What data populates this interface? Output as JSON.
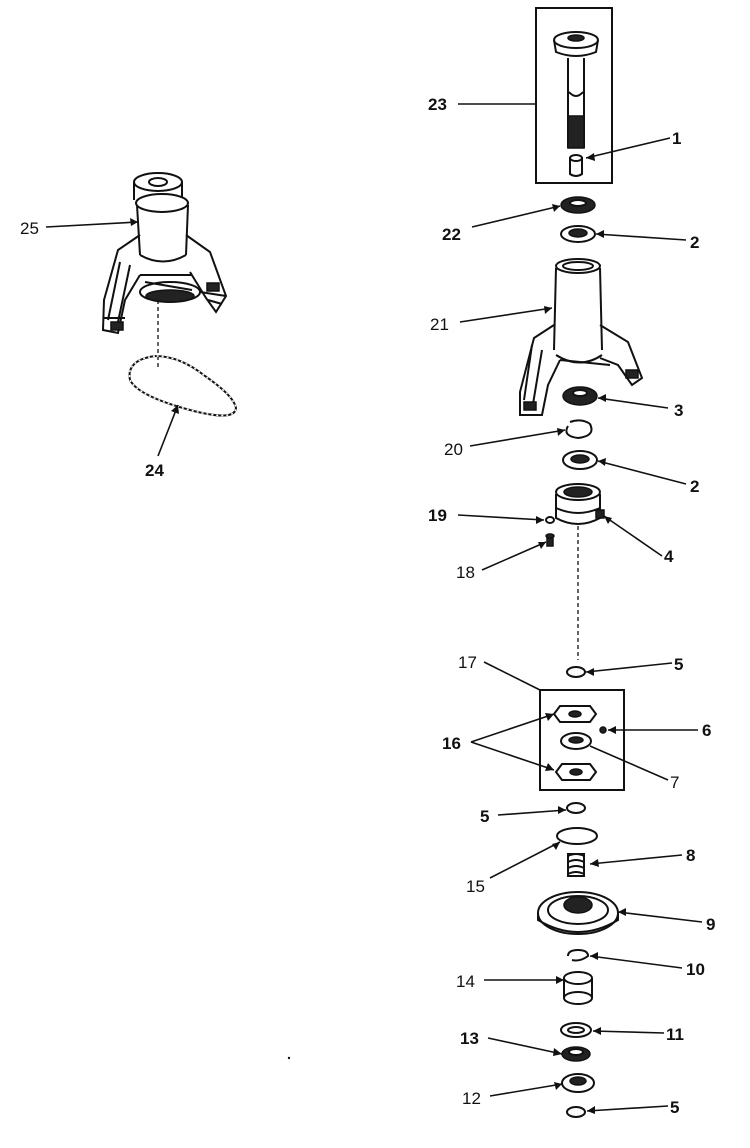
{
  "callouts": [
    {
      "id": "c1",
      "text": "1"
    },
    {
      "id": "c2a",
      "text": "2"
    },
    {
      "id": "c2b",
      "text": "2"
    },
    {
      "id": "c3",
      "text": "3"
    },
    {
      "id": "c4",
      "text": "4"
    },
    {
      "id": "c5a",
      "text": "5"
    },
    {
      "id": "c5b",
      "text": "5"
    },
    {
      "id": "c5c",
      "text": "5"
    },
    {
      "id": "c6",
      "text": "6"
    },
    {
      "id": "c7",
      "text": "7"
    },
    {
      "id": "c8",
      "text": "8"
    },
    {
      "id": "c9",
      "text": "9"
    },
    {
      "id": "c10",
      "text": "10"
    },
    {
      "id": "c11",
      "text": "11"
    },
    {
      "id": "c12",
      "text": "12"
    },
    {
      "id": "c13",
      "text": "13"
    },
    {
      "id": "c14",
      "text": "14"
    },
    {
      "id": "c15",
      "text": "15"
    },
    {
      "id": "c16",
      "text": "16"
    },
    {
      "id": "c17",
      "text": "17"
    },
    {
      "id": "c18",
      "text": "18"
    },
    {
      "id": "c19",
      "text": "19"
    },
    {
      "id": "c20",
      "text": "20"
    },
    {
      "id": "c21",
      "text": "21"
    },
    {
      "id": "c22",
      "text": "22"
    },
    {
      "id": "c23",
      "text": "23"
    },
    {
      "id": "c24",
      "text": "24"
    },
    {
      "id": "c25",
      "text": "25"
    }
  ]
}
